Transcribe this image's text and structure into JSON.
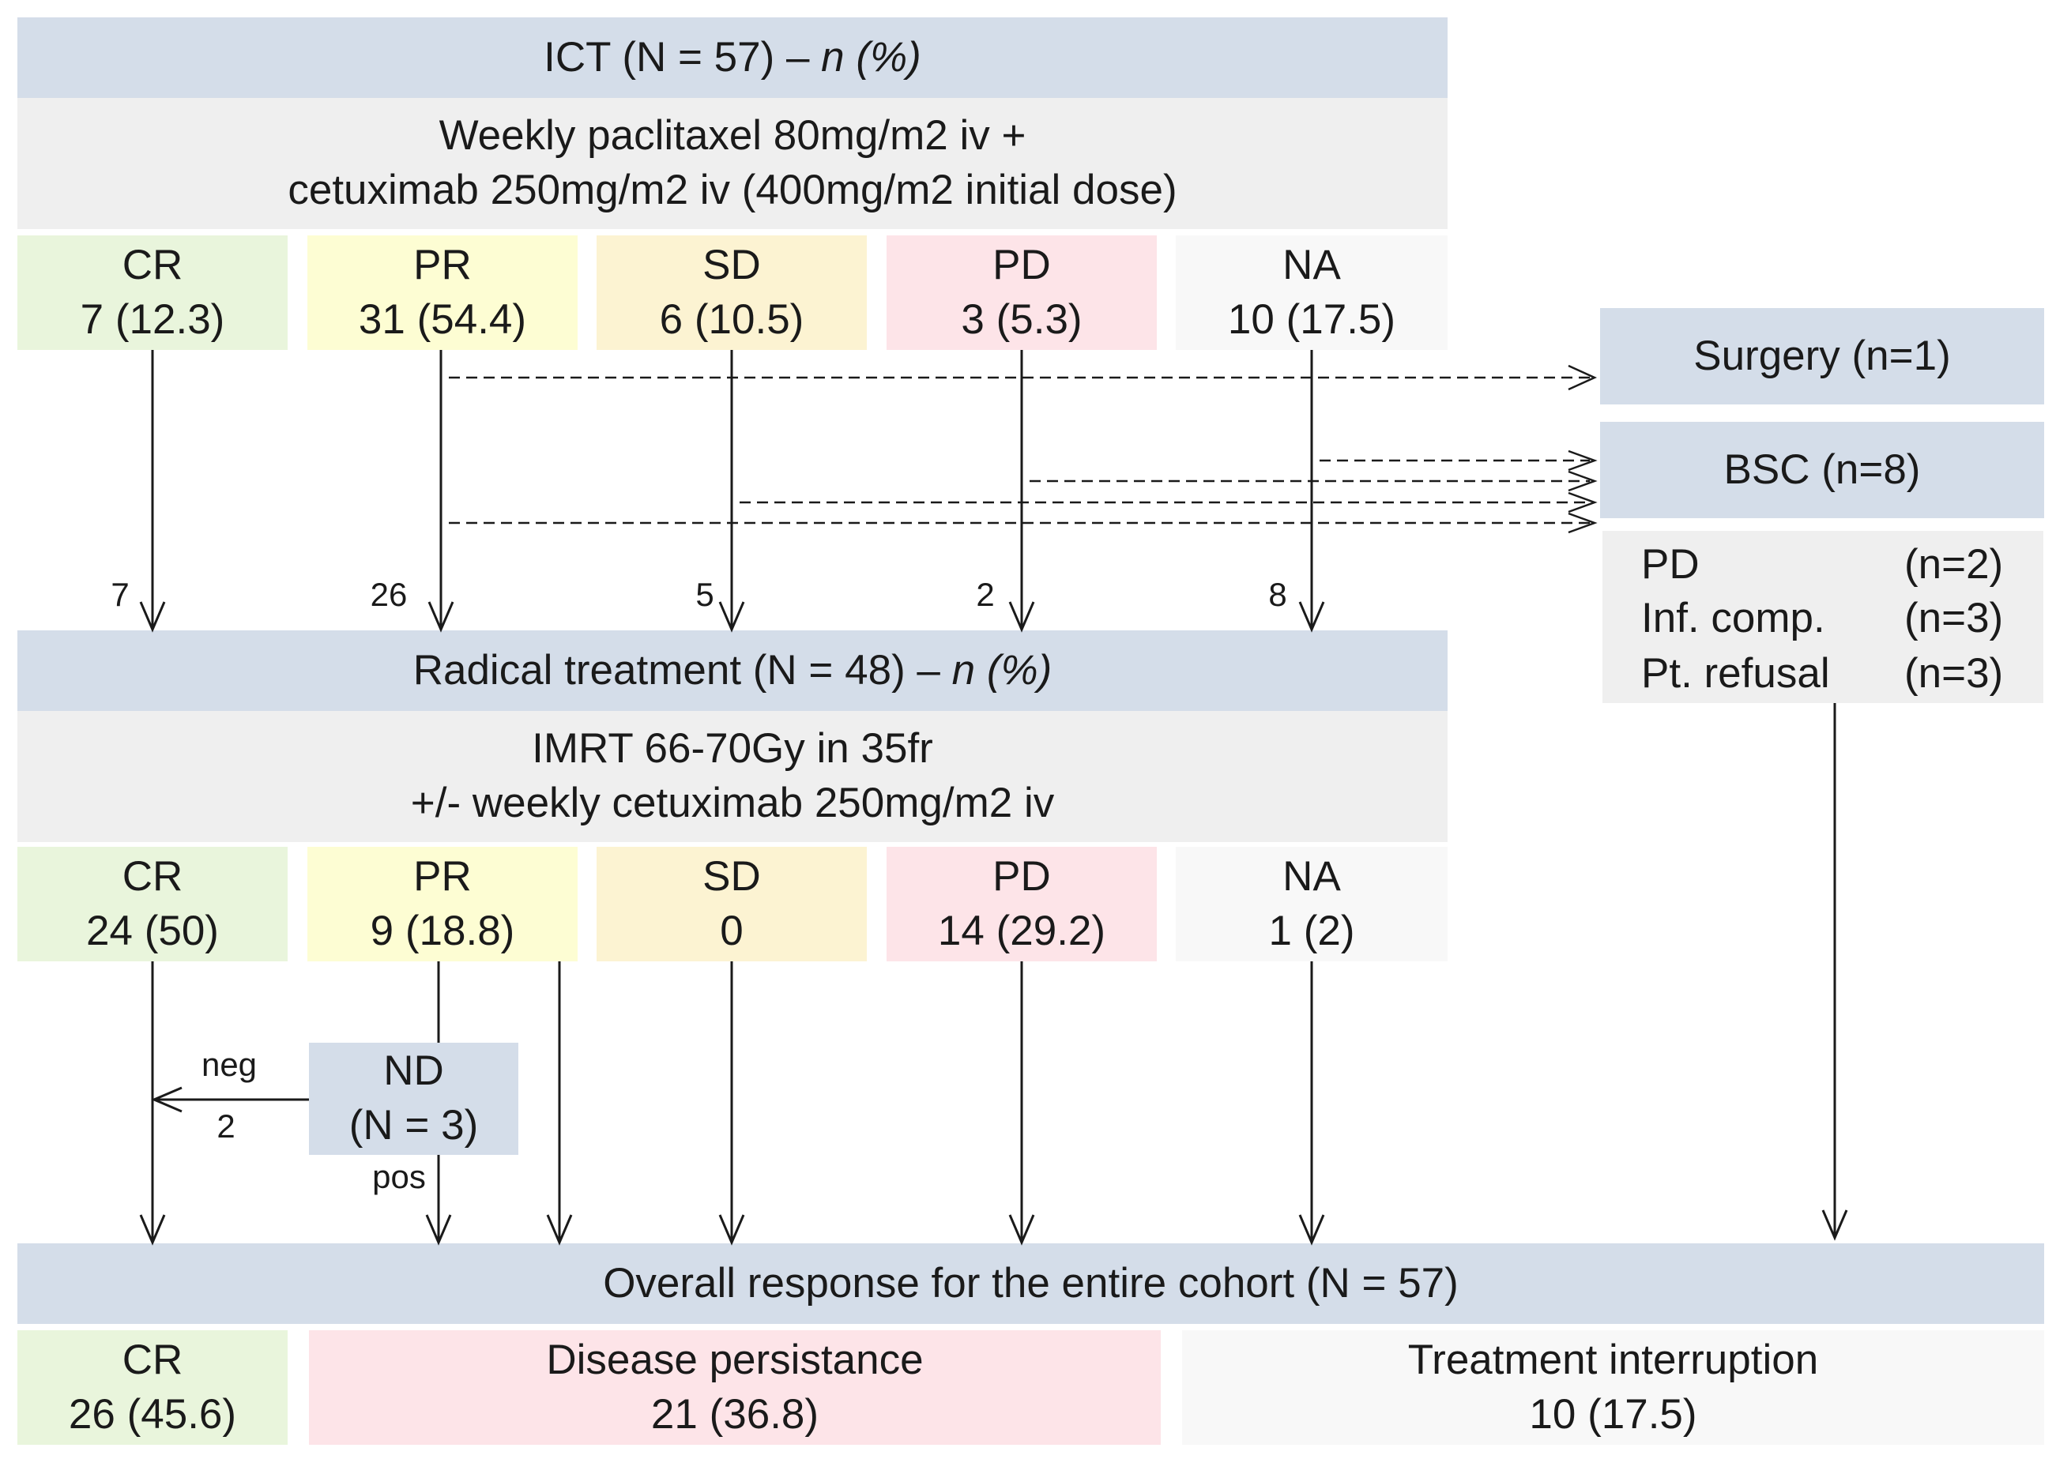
{
  "ict": {
    "title": "ICT (N = 57) – ",
    "title_unit": "n (%)",
    "regimen_line1": "Weekly paclitaxel 80mg/m2 iv +",
    "regimen_line2": "cetuximab 250mg/m2 iv (400mg/m2 initial dose)",
    "responses": [
      {
        "label": "CR",
        "value": "7 (12.3)"
      },
      {
        "label": "PR",
        "value": "31 (54.4)"
      },
      {
        "label": "SD",
        "value": "6 (10.5)"
      },
      {
        "label": "PD",
        "value": "3 (5.3)"
      },
      {
        "label": "NA",
        "value": "10 (17.5)"
      }
    ],
    "to_radical_counts": [
      "7",
      "26",
      "5",
      "2",
      "8"
    ]
  },
  "side": {
    "surgery": "Surgery (n=1)",
    "bsc": "BSC (n=8)",
    "reasons": [
      {
        "label": "PD",
        "count": "(n=2)"
      },
      {
        "label": "Inf. comp.",
        "count": "(n=3)"
      },
      {
        "label": "Pt. refusal",
        "count": "(n=3)"
      }
    ]
  },
  "radical": {
    "title": "Radical treatment (N = 48) – ",
    "title_unit": "n (%)",
    "regimen_line1": "IMRT 66-70Gy in 35fr",
    "regimen_line2": "+/- weekly cetuximab 250mg/m2 iv",
    "responses": [
      {
        "label": "CR",
        "value": "24 (50)"
      },
      {
        "label": "PR",
        "value": "9 (18.8)"
      },
      {
        "label": "SD",
        "value": "0"
      },
      {
        "label": "PD",
        "value": "14 (29.2)"
      },
      {
        "label": "NA",
        "value": "1 (2)"
      }
    ]
  },
  "nd": {
    "label": "ND",
    "value": "(N = 3)",
    "neg_label": "neg",
    "neg_count": "2",
    "pos_label": "pos"
  },
  "overall": {
    "title": "Overall response for the entire cohort (N = 57)",
    "outcomes": [
      {
        "label": "CR",
        "value": "26 (45.6)"
      },
      {
        "label": "Disease persistance",
        "value": "21 (36.8)"
      },
      {
        "label": "Treatment interruption",
        "value": "10 (17.5)"
      }
    ]
  }
}
